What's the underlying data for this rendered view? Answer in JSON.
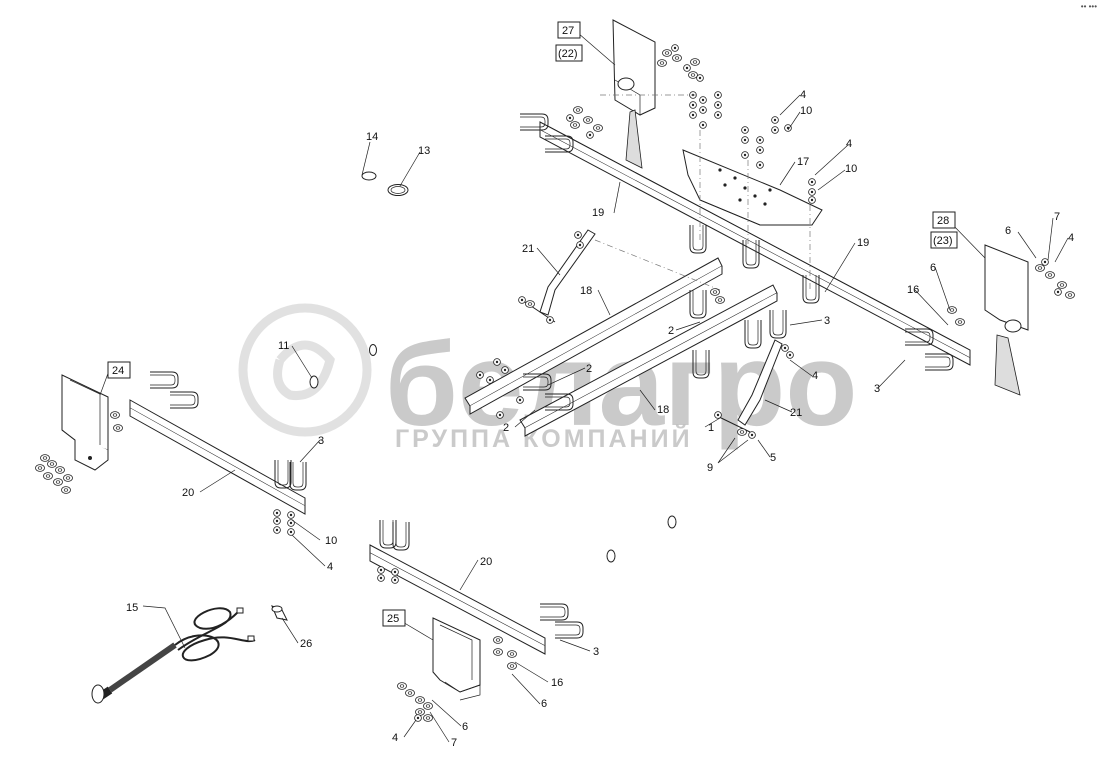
{
  "corner_mark": "•• •••",
  "watermark": {
    "brand": "белагро",
    "subtitle": "ГРУППА КОМПАНИЙ"
  },
  "boxed_labels": [
    {
      "id": "27",
      "paren": "(22)"
    },
    {
      "id": "28",
      "paren": "(23)"
    },
    {
      "id": "24"
    },
    {
      "id": "25"
    }
  ],
  "callouts": [
    {
      "key": "c14",
      "text": "14"
    },
    {
      "key": "c13",
      "text": "13"
    },
    {
      "key": "c19a",
      "text": "19"
    },
    {
      "key": "c19b",
      "text": "19"
    },
    {
      "key": "c17",
      "text": "17"
    },
    {
      "key": "c4a",
      "text": "4"
    },
    {
      "key": "c10a",
      "text": "10"
    },
    {
      "key": "c4b",
      "text": "4"
    },
    {
      "key": "c10b",
      "text": "10"
    },
    {
      "key": "c21a",
      "text": "21"
    },
    {
      "key": "c18a",
      "text": "18"
    },
    {
      "key": "c2a",
      "text": "2"
    },
    {
      "key": "c2b",
      "text": "2"
    },
    {
      "key": "c2c",
      "text": "2"
    },
    {
      "key": "c18b",
      "text": "18"
    },
    {
      "key": "c3a",
      "text": "3"
    },
    {
      "key": "c4c",
      "text": "4"
    },
    {
      "key": "c21b",
      "text": "21"
    },
    {
      "key": "c1",
      "text": "1"
    },
    {
      "key": "c9",
      "text": "9"
    },
    {
      "key": "c5",
      "text": "5"
    },
    {
      "key": "c6a",
      "text": "6"
    },
    {
      "key": "c7a",
      "text": "7"
    },
    {
      "key": "c4d",
      "text": "4"
    },
    {
      "key": "c6b",
      "text": "6"
    },
    {
      "key": "c16a",
      "text": "16"
    },
    {
      "key": "c3b",
      "text": "3"
    },
    {
      "key": "c11",
      "text": "11"
    },
    {
      "key": "c3c",
      "text": "3"
    },
    {
      "key": "c20a",
      "text": "20"
    },
    {
      "key": "c10c",
      "text": "10"
    },
    {
      "key": "c4e",
      "text": "4"
    },
    {
      "key": "c20b",
      "text": "20"
    },
    {
      "key": "c15",
      "text": "15"
    },
    {
      "key": "c26",
      "text": "26"
    },
    {
      "key": "c3d",
      "text": "3"
    },
    {
      "key": "c16b",
      "text": "16"
    },
    {
      "key": "c6c",
      "text": "6"
    },
    {
      "key": "c6d",
      "text": "6"
    },
    {
      "key": "c4f",
      "text": "4"
    },
    {
      "key": "c7b",
      "text": "7"
    }
  ]
}
